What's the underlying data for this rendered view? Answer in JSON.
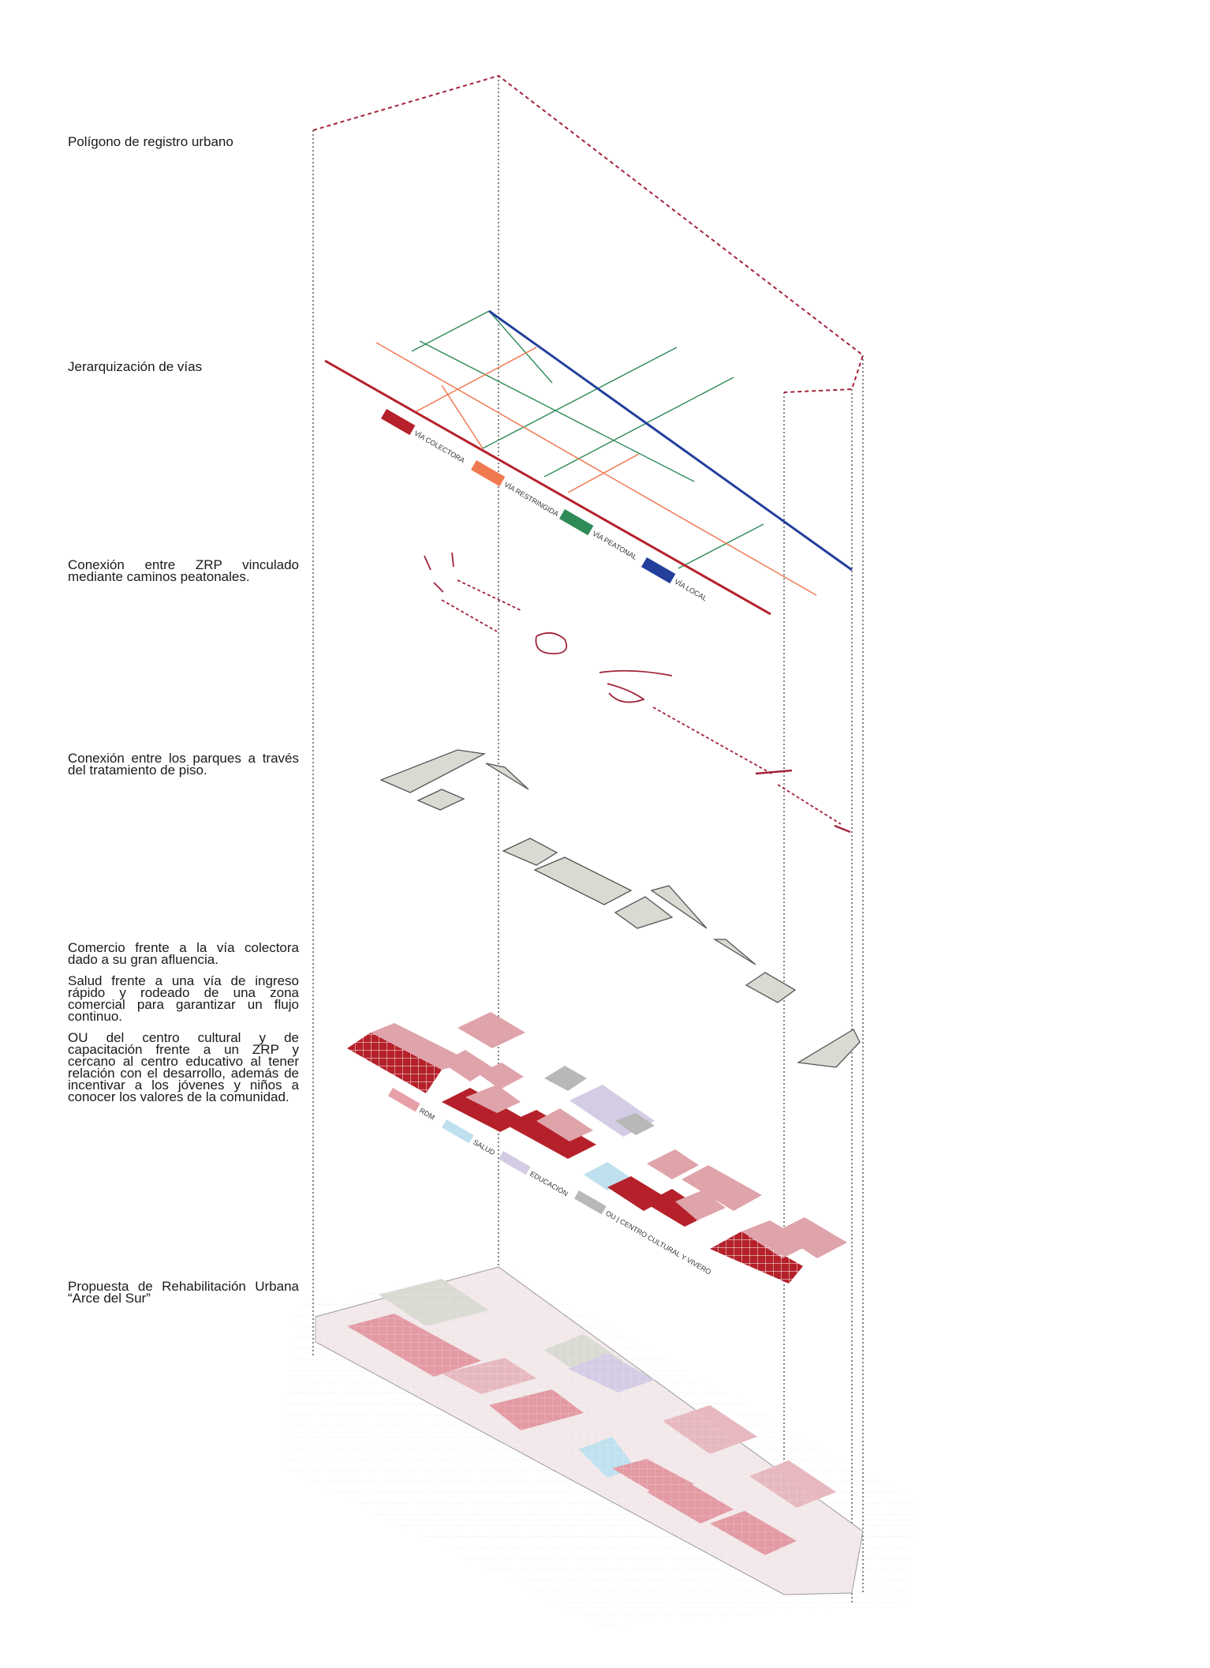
{
  "layers": [
    {
      "id": "poligono",
      "text": "Polígono de registro urbano"
    },
    {
      "id": "vias",
      "text": "Jerarquización de vías"
    },
    {
      "id": "conexion_zrp",
      "text": "Conexión entre ZRP vinculado mediante caminos peatonales."
    },
    {
      "id": "conexion_parques",
      "text": "Conexión entre los parques a través del tratamiento de piso."
    },
    {
      "id": "usos",
      "paragraphs": [
        "Comercio frente a la vía colectora dado a su gran afluencia.",
        "Salud frente a una vía de ingreso rápido y rodeado de una zona comercial para garantizar un flujo continuo.",
        "OU del centro cultural y de capacitación frente a un ZRP y cercano al centro educativo al tener relación con el desarrollo, además de incentivar a los jóvenes y niños a conocer los valores de la comunidad."
      ]
    },
    {
      "id": "propuesta",
      "text": "Propuesta de Rehabilitación Urbana “Arce del Sur”"
    }
  ],
  "vias_legend": [
    {
      "label": "VÍA COLECTORA",
      "color": "#b5202a"
    },
    {
      "label": "VÍA RESTRINGIDA",
      "color": "#f07a50"
    },
    {
      "label": "VÍA PEATONAL",
      "color": "#2e8b57"
    },
    {
      "label": "VÍA LOCAL",
      "color": "#233f9c"
    }
  ],
  "usos_legend": [
    {
      "label": "RDM",
      "color": "#e8a0a8"
    },
    {
      "label": "SALUD",
      "color": "#bfe0ee"
    },
    {
      "label": "EDUCACIÓN",
      "color": "#d4cce4"
    },
    {
      "label": "OU | CENTRO CULTURAL Y VIVERO",
      "color": "#b8b8b8"
    }
  ]
}
